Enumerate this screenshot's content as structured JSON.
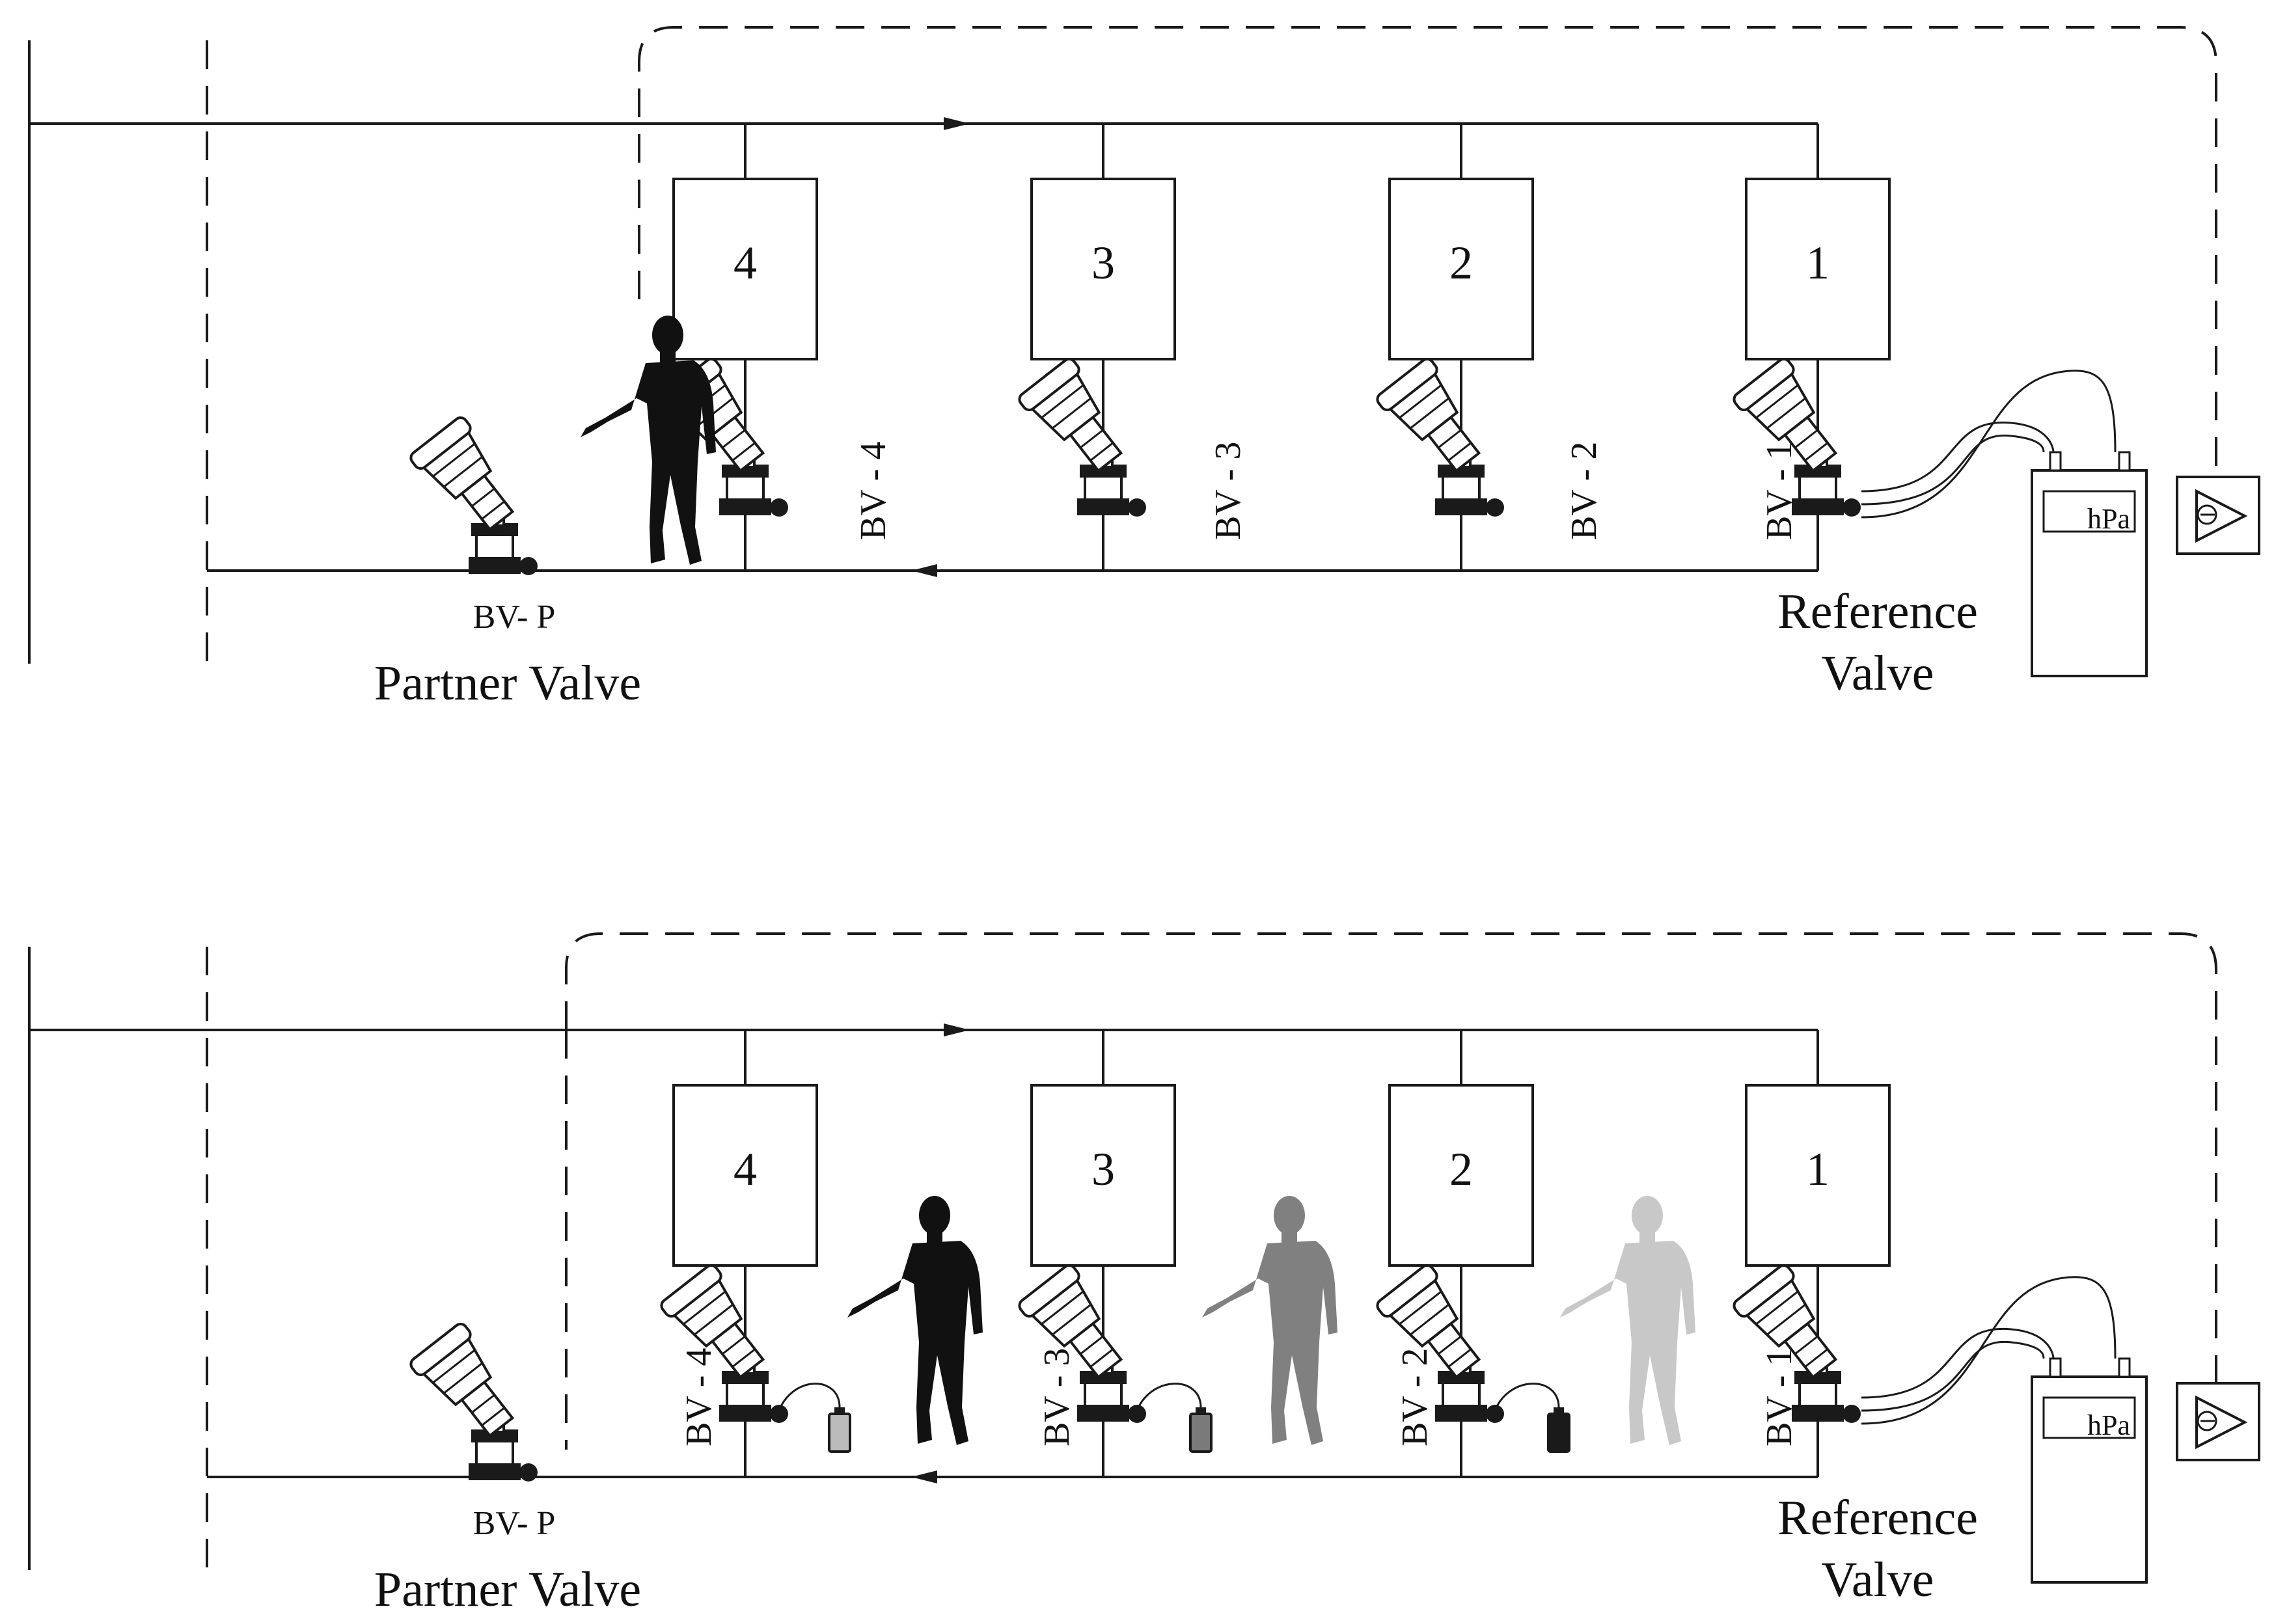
{
  "diagrams": [
    {
      "units": [
        "4",
        "3",
        "2",
        "1"
      ],
      "valves": [
        "BV - 4",
        "BV - 3",
        "BV - 2",
        "BV - 1"
      ],
      "partner_valve": {
        "code": "BV- P",
        "caption": "Partner Valve"
      },
      "reference_valve": {
        "line1": "Reference",
        "line2": "Valve"
      },
      "meter": {
        "unit": "hPa"
      }
    },
    {
      "units": [
        "4",
        "3",
        "2",
        "1"
      ],
      "valves": [
        "BV - 4",
        "BV - 3",
        "BV - 2",
        "BV - 1"
      ],
      "partner_valve": {
        "code": "BV- P",
        "caption": "Partner Valve"
      },
      "reference_valve": {
        "line1": "Reference",
        "line2": "Valve"
      },
      "meter": {
        "unit": "hPa"
      }
    }
  ],
  "colors": {
    "line": "#1a1a1a",
    "person_dark": "#111111",
    "person_mid": "#808080",
    "person_light": "#c8c8c8"
  }
}
